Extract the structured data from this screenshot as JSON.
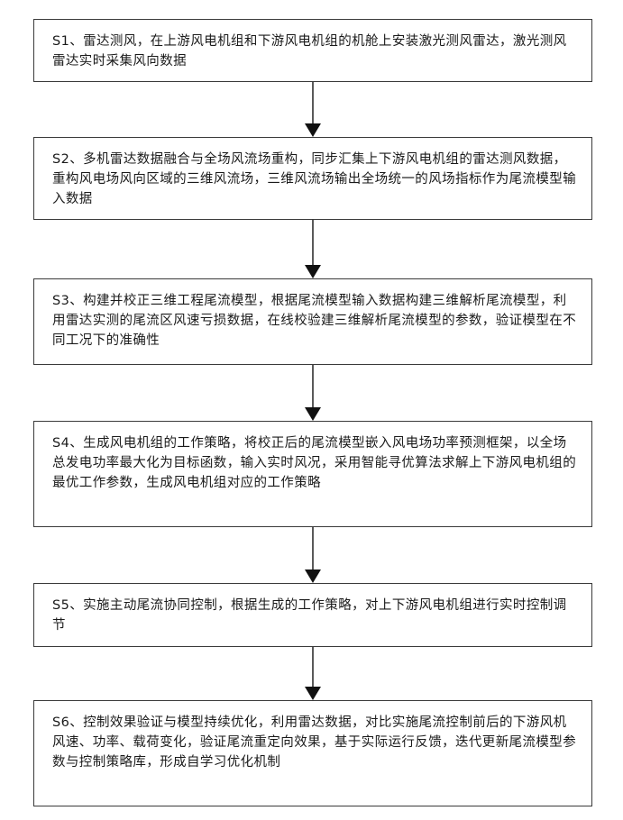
{
  "steps": [
    {
      "id": "S1",
      "text": "S1、雷达测风，在上游风电机组和下游风电机组的机舱上安装激光测风雷达，激光测风雷达实时采集风向数据"
    },
    {
      "id": "S2",
      "text": "S2、多机雷达数据融合与全场风流场重构，同步汇集上下游风电机组的雷达测风数据，重构风电场风向区域的三维风流场，三维风流场输出全场统一的风场指标作为尾流模型输入数据"
    },
    {
      "id": "S3",
      "text": "S3、构建并校正三维工程尾流模型，根据尾流模型输入数据构建三维解析尾流模型，利用雷达实测的尾流区风速亏损数据，在线校验建三维解析尾流模型的参数，验证模型在不同工况下的准确性"
    },
    {
      "id": "S4",
      "text": "S4、生成风电机组的工作策略，将校正后的尾流模型嵌入风电场功率预测框架，以全场总发电功率最大化为目标函数，输入实时风况，采用智能寻优算法求解上下游风电机组的最优工作参数，生成风电机组对应的工作策略"
    },
    {
      "id": "S5",
      "text": "S5、实施主动尾流协同控制，根据生成的工作策略，对上下游风电机组进行实时控制调节"
    },
    {
      "id": "S6",
      "text": "S6、控制效果验证与模型持续优化，利用雷达数据，对比实施尾流控制前后的下游风机风速、功率、载荷变化，验证尾流重定向效果，基于实际运行反馈，迭代更新尾流模型参数与控制策略库，形成自学习优化机制"
    }
  ]
}
